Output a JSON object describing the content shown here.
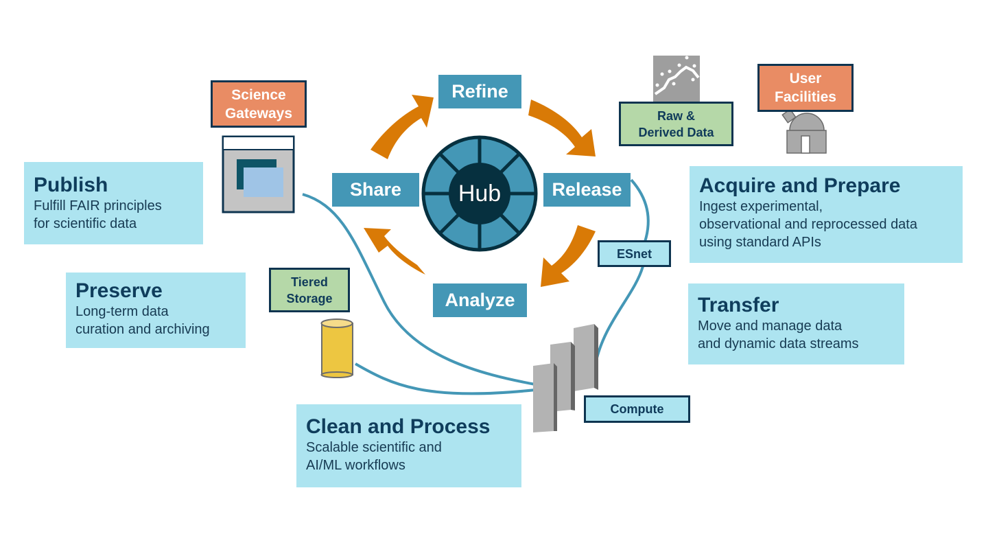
{
  "diagram": {
    "hub": {
      "label": "Hub",
      "segments": 8
    },
    "cycle_steps": [
      {
        "id": "refine",
        "label": "Refine"
      },
      {
        "id": "release",
        "label": "Release"
      },
      {
        "id": "analyze",
        "label": "Analyze"
      },
      {
        "id": "share",
        "label": "Share"
      }
    ],
    "cycle_direction": "clockwise",
    "panels": {
      "publish": {
        "title": "Publish",
        "description": "Fulfill FAIR principles\nfor scientific data"
      },
      "preserve": {
        "title": "Preserve",
        "description": "Long-term data\ncuration and archiving"
      },
      "acquire": {
        "title": "Acquire and Prepare",
        "description": "Ingest experimental,\nobservational and reprocessed data\nusing standard APIs"
      },
      "transfer": {
        "title": "Transfer",
        "description": "Move and manage data\nand dynamic data streams"
      },
      "clean": {
        "title": "Clean and Process",
        "description": "Scalable scientific and\nAI/ML workflows"
      }
    },
    "tags": {
      "science_gateways": "Science\nGateways",
      "user_facilities": "User\nFacilities",
      "raw_derived_data": "Raw &\nDerived Data",
      "tiered_storage": "Tiered\nStorage",
      "esnet": "ESnet",
      "compute": "Compute"
    },
    "icons": {
      "science_gateways": "browser-window-icon",
      "raw_derived_data": "scatter-chart-icon",
      "user_facilities": "observatory-icon",
      "tiered_storage": "database-cylinder-icon",
      "compute": "server-towers-icon",
      "cycle": "curved-arrow-icon"
    },
    "colors": {
      "panel_bg": "#ade4f0",
      "panel_text": "#0f3d5c",
      "step_bg": "#4497b6",
      "arrow": "#d97a06",
      "hub_outer": "#4497b6",
      "hub_dark": "#06303f",
      "tag_orange": "#e98c64",
      "tag_green": "#b5d8a8",
      "connector": "#4497b6",
      "storage": "#edc641"
    }
  }
}
